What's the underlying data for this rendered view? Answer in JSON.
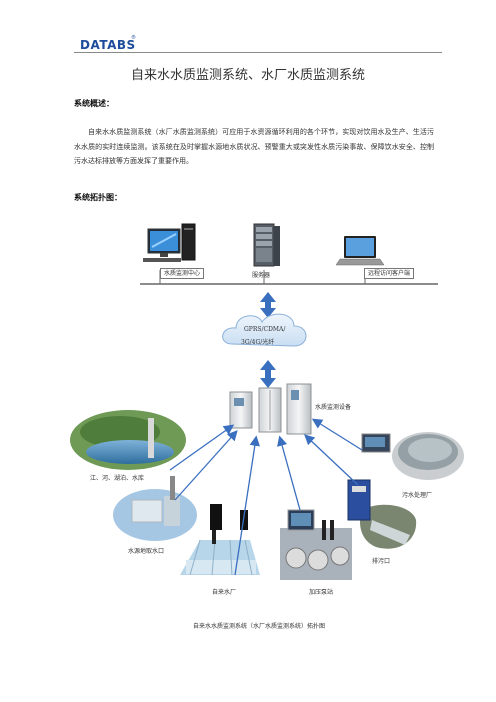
{
  "header": {
    "logo": "DATABS",
    "logo_mark": "®"
  },
  "doc": {
    "title": "自来水水质监测系统、水厂水质监测系统",
    "overview_heading": "系统概述：",
    "overview_text": "自来水水质监测系统（水厂水质监测系统）可应用于水资源循环利用的各个环节，实现对饮用水及生产、生活污水水质的实时连续监测。该系统在及时掌握水源地水质状况、预警重大或突发性水质污染事故、保障饮水安全、控制污水达标排放等方面发挥了重要作用。",
    "topology_heading": "系统拓扑图："
  },
  "diagram": {
    "top_nodes": {
      "monitor_center": "水质监测中心",
      "server": "服务器",
      "remote_client": "远程访问客户端"
    },
    "network": {
      "line1": "GPRS/CDMA/",
      "line2": "3G/4G/光纤"
    },
    "equipment": "水质监测设备",
    "sources": {
      "river": "江、河、湖泊、水库",
      "intake": "水源地取水口",
      "waterworks": "自来水厂",
      "pump": "加压泵站",
      "outlet": "排污口",
      "sewage": "污水处理厂"
    },
    "caption": "自来水水质监测系统（水厂水质监测系统）拓扑图"
  },
  "colors": {
    "brand": "#1d4c9c",
    "arrow": "#3a6fc0",
    "cloud_border": "#8ab0d8"
  }
}
